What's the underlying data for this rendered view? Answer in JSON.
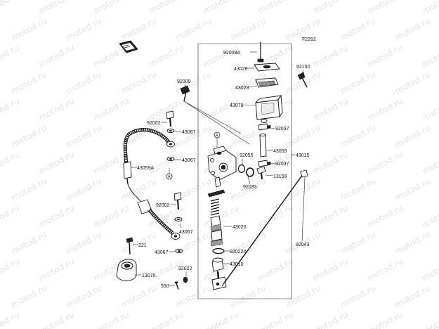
{
  "diagram_code": "F2292",
  "watermark": "motod.ru",
  "ref_marker": "A",
  "labels": {
    "p92009A": "92009A",
    "p43026": "43026",
    "p92150": "92150",
    "p43028": "43028",
    "p92009": "92009",
    "p43078": "43078",
    "p92037a": "92037",
    "p92002a": "92002",
    "p43067a": "43067",
    "p43067b": "43067",
    "p92055": "92055",
    "p43059": "43059",
    "p43015": "43015",
    "p92037b": "92037",
    "p43059A": "43059A",
    "p13159": "13159",
    "p92033": "92033",
    "p92002b": "92002",
    "p43020": "43020",
    "p43067c": "43067",
    "p92022A": "92022A",
    "p221": "221",
    "p43067d": "43067",
    "p43010": "43010",
    "p92043": "92043",
    "p13070": "13070",
    "p92022": "92022",
    "p550": "550"
  }
}
